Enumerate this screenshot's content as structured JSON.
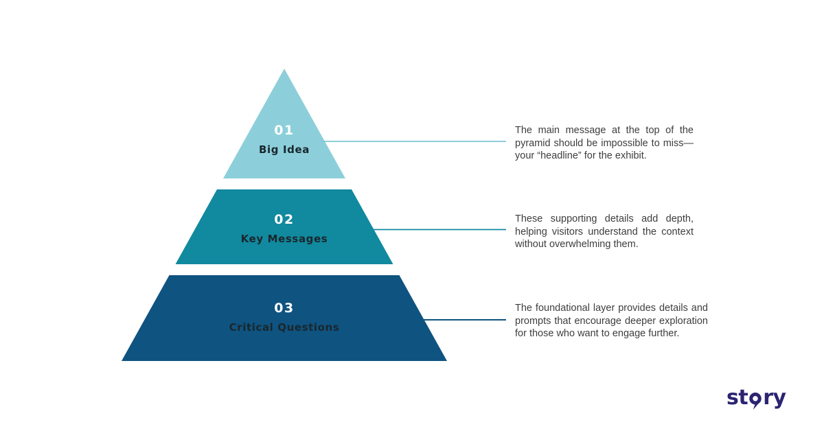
{
  "page": {
    "background": "#FFFFFF"
  },
  "pyramid": {
    "type": "3-level pyramid infographic",
    "number_color": "#FFFFFF",
    "label_color": "#19272E",
    "description_color": "#3D3D3D",
    "tiers": [
      {
        "number": "01",
        "label": "Big Idea",
        "fill": "#8CCFDA",
        "line_color": "#7EC8D5",
        "description": "The main message at the top of the pyramid should be impossible to miss—your “headline” for the exhibit."
      },
      {
        "number": "02",
        "label": "Key Messages",
        "fill": "#11899E",
        "line_color": "#11899E",
        "description": "These supporting details add depth, helping visitors understand the context without overwhelming them."
      },
      {
        "number": "03",
        "label": "Critical Questions",
        "fill": "#0F5380",
        "line_color": "#0F5380",
        "description": "The foundational layer provides details and prompts that encourage deeper exploration for those who want to engage further."
      }
    ]
  },
  "logo": {
    "left": "st",
    "right": "ry",
    "o_icon": "story-o-mark",
    "color": "#2B2471"
  }
}
